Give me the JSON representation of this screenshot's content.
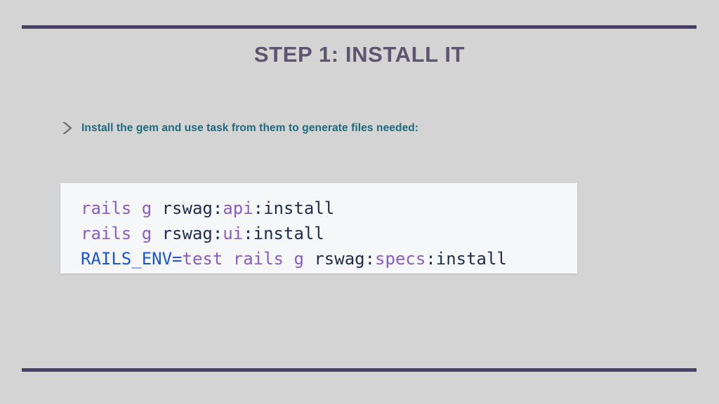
{
  "slide": {
    "background_color": "#d4d4d4",
    "rule_color": "#494161",
    "title": "STEP 1: INSTALL IT",
    "title_color": "#5d5470",
    "bullet": {
      "icon": "chevron-right-icon",
      "icon_color": "#6e6e6e",
      "text": "Install the gem and use task from them to generate files needed:",
      "text_color": "#1e6a7c"
    },
    "code_block": {
      "background_color": "#f6f7f9",
      "colors": {
        "purple": "#8b5cc4",
        "dark": "#1f2d4d",
        "blue": "#1a56d6"
      },
      "lines": [
        {
          "plain": "rails g rswag:api:install",
          "tokens": [
            {
              "text": "rails g ",
              "color": "purple"
            },
            {
              "text": "rswag:",
              "color": "dark"
            },
            {
              "text": "api",
              "color": "purple"
            },
            {
              "text": ":install",
              "color": "dark"
            }
          ]
        },
        {
          "plain": "rails g rswag:ui:install",
          "tokens": [
            {
              "text": "rails g ",
              "color": "purple"
            },
            {
              "text": "rswag:",
              "color": "dark"
            },
            {
              "text": "ui",
              "color": "purple"
            },
            {
              "text": ":install",
              "color": "dark"
            }
          ]
        },
        {
          "plain": "RAILS_ENV=test rails g rswag:specs:install",
          "tokens": [
            {
              "text": "RAILS_ENV=",
              "color": "blue"
            },
            {
              "text": "test rails g ",
              "color": "purple"
            },
            {
              "text": "rswag:",
              "color": "dark"
            },
            {
              "text": "specs",
              "color": "purple"
            },
            {
              "text": ":install",
              "color": "dark"
            }
          ]
        }
      ]
    }
  }
}
